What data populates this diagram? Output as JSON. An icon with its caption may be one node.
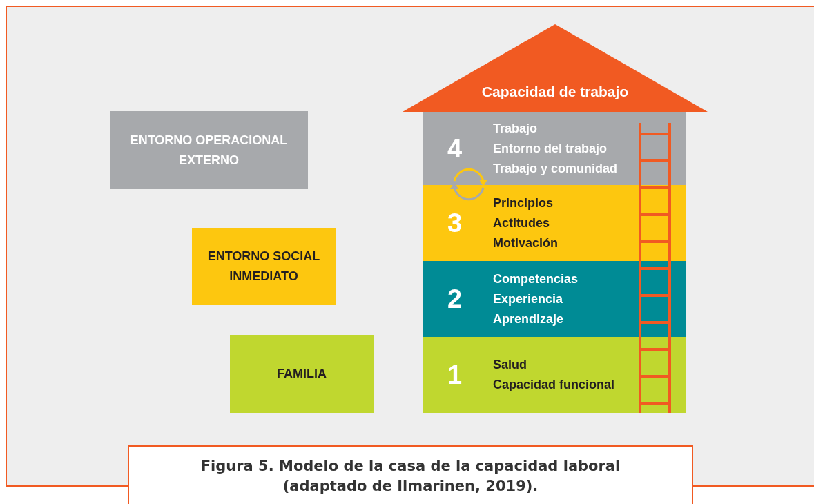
{
  "diagram": {
    "caption": "Figura 5. Modelo de la casa de la capacidad laboral (adaptado de Ilmarinen, 2019).",
    "nodes": [
      {
        "text": [
          "Capacidad de trabajo"
        ]
      },
      {
        "text": [
          "4",
          "Trabajo",
          "Entorno del trabajo",
          "Trabajo y comunidad"
        ]
      },
      {
        "text": [
          "3",
          "Principios",
          "Actitudes",
          "Motivación"
        ]
      },
      {
        "text": [
          "2",
          "Competencias",
          "Experiencia",
          "Aprendizaje"
        ]
      },
      {
        "text": [
          "1",
          "Salud",
          "Capacidad funcional"
        ]
      },
      {
        "text": [
          "ENTORNO OPERACIONAL EXTERNO"
        ]
      },
      {
        "text": [
          "ENTORNO SOCIAL INMEDIATO"
        ]
      },
      {
        "text": [
          "FAMILIA"
        ]
      }
    ]
  }
}
